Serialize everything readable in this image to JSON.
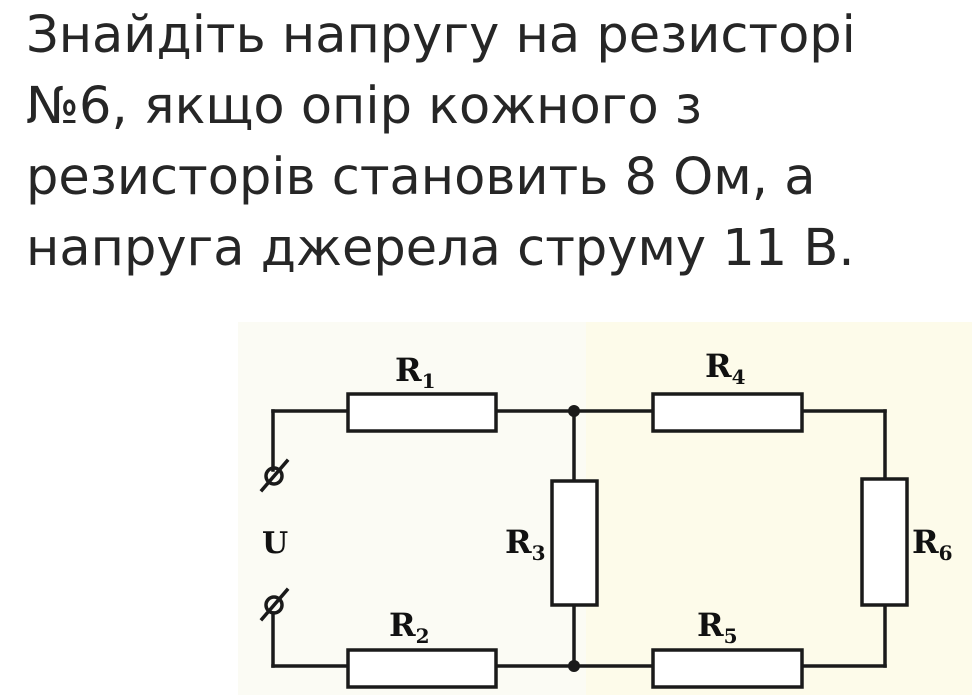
{
  "question": {
    "lines": [
      "Знайдіть напругу на резисторі",
      "№6, якщо опір кожного з",
      "резисторів становить 8 Ом, а",
      "напруга джерела струму 11 В."
    ]
  },
  "diagram": {
    "source_label": "U",
    "resistors": [
      {
        "id": "r1",
        "letter": "R",
        "sub": "1"
      },
      {
        "id": "r2",
        "letter": "R",
        "sub": "2"
      },
      {
        "id": "r3",
        "letter": "R",
        "sub": "3"
      },
      {
        "id": "r4",
        "letter": "R",
        "sub": "4"
      },
      {
        "id": "r5",
        "letter": "R",
        "sub": "5"
      },
      {
        "id": "r6",
        "letter": "R",
        "sub": "6"
      }
    ],
    "colors": {
      "wire": "#1a1a1a",
      "text": "#262626",
      "background": "#fbfbf4"
    }
  }
}
